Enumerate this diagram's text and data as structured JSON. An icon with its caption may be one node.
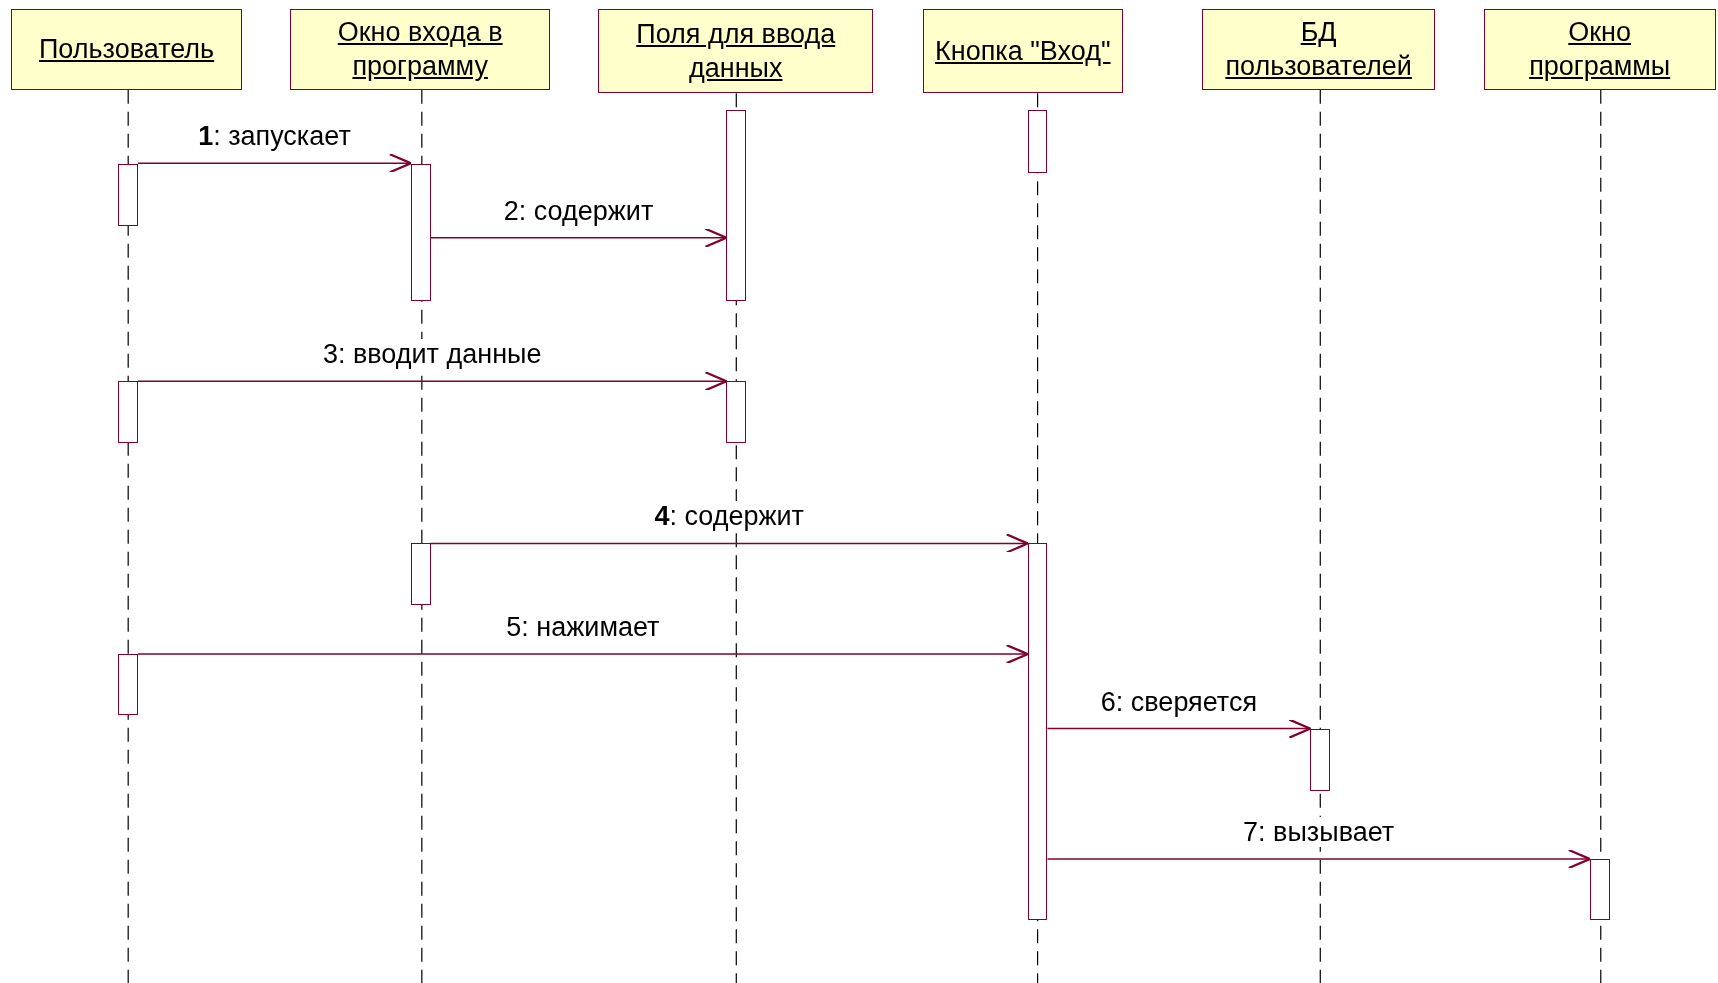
{
  "diagram": {
    "nodes": [
      {
        "text": [
          "Пользователь"
        ]
      },
      {
        "text": [
          "Окно входа в программу"
        ]
      },
      {
        "text": [
          "Поля для ввода данных"
        ]
      },
      {
        "text": [
          "Кнопка \"Вход\""
        ]
      },
      {
        "text": [
          "БД пользователей"
        ]
      },
      {
        "text": [
          "Окно программы"
        ]
      },
      {
        "text": [],
        "shape": "bar"
      },
      {
        "text": [],
        "shape": "bar"
      },
      {
        "text": [],
        "shape": "bar"
      },
      {
        "text": [],
        "shape": "bar"
      },
      {
        "text": [],
        "shape": "bar"
      },
      {
        "text": [],
        "shape": "bar"
      },
      {
        "text": [],
        "shape": "bar"
      },
      {
        "text": [],
        "shape": "bar"
      },
      {
        "text": [],
        "shape": "bar"
      },
      {
        "text": [],
        "shape": "bar"
      },
      {
        "text": [],
        "shape": "bar"
      }
    ],
    "edges": [
      {
        "from": 8,
        "to": 9,
        "arrow": "to",
        "label": "**1**: запускает"
      },
      {
        "from": 9,
        "to": 6,
        "arrow": "to",
        "label": "2: содержит"
      },
      {
        "from": 10,
        "to": 11,
        "arrow": "to",
        "label": "3: вводит данные"
      },
      {
        "from": 12,
        "to": 13,
        "arrow": "to",
        "label": "**4**: содержит"
      },
      {
        "from": 14,
        "to": 13,
        "arrow": "to",
        "label": "5: нажимает"
      },
      {
        "from": 13,
        "to": 15,
        "arrow": "to",
        "label": "6: сверяется"
      },
      {
        "from": 13,
        "to": 16,
        "arrow": "to",
        "label": "7: вызывает"
      }
    ]
  }
}
